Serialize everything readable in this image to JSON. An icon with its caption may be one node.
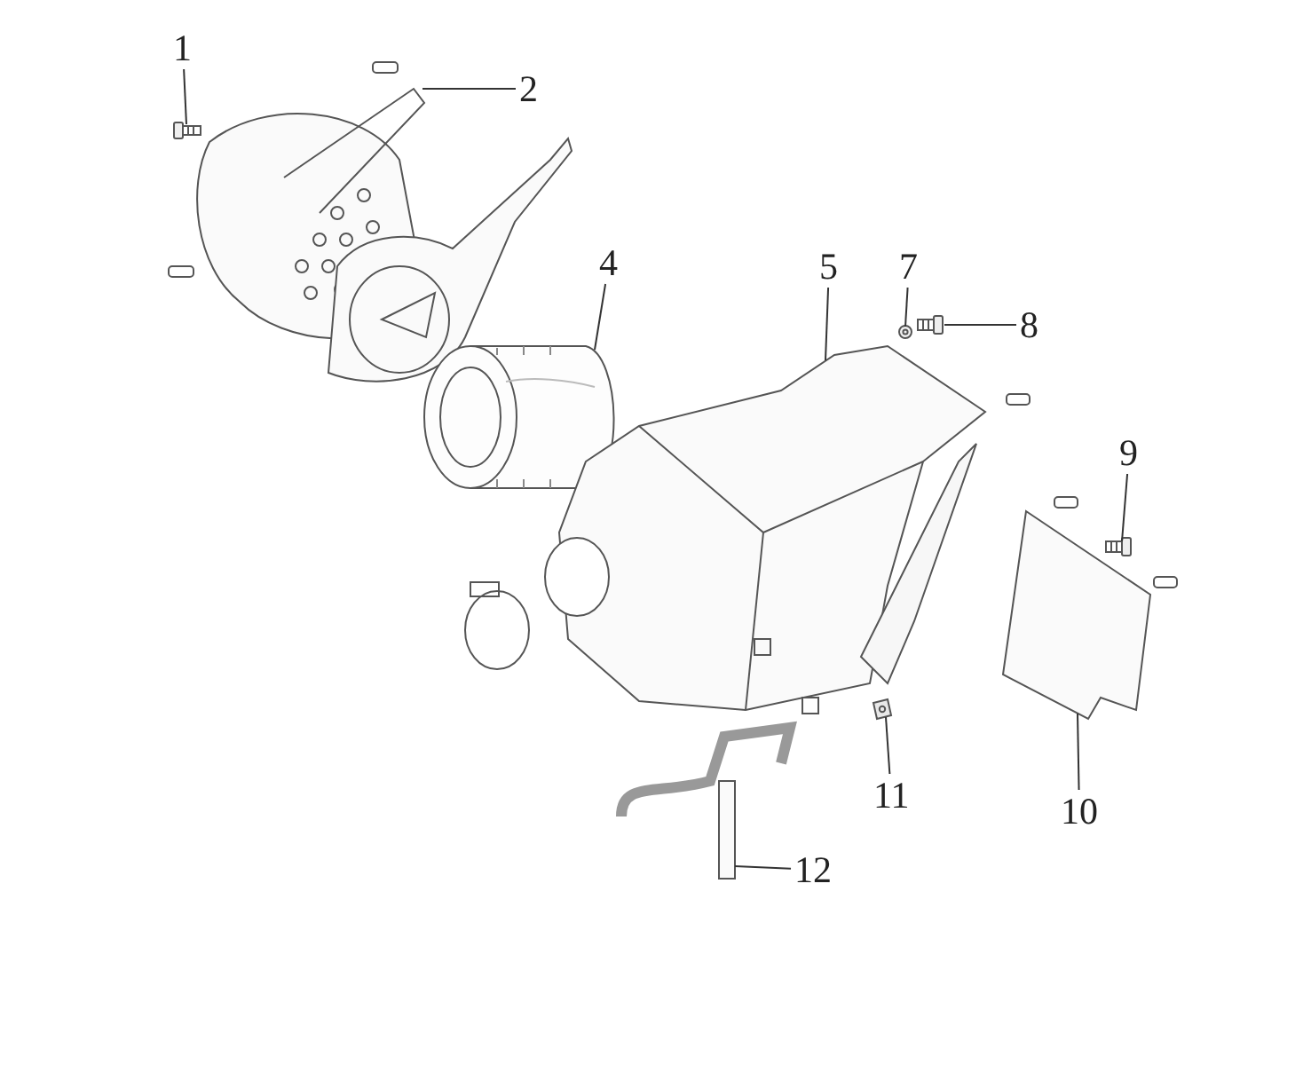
{
  "diagram": {
    "nodes": [
      {
        "text": [
          "1"
        ]
      },
      {
        "text": [
          "2"
        ]
      },
      {
        "text": [
          "4"
        ]
      },
      {
        "text": [
          "5"
        ]
      },
      {
        "text": [
          "7"
        ]
      },
      {
        "text": [
          "8"
        ]
      },
      {
        "text": [
          "9"
        ]
      },
      {
        "text": [
          "10"
        ]
      },
      {
        "text": [
          "11"
        ]
      },
      {
        "text": [
          "12"
        ]
      },
      {
        "text": [],
        "shape": "picture"
      },
      {
        "text": [],
        "shape": "picture"
      },
      {
        "text": [],
        "shape": "picture"
      },
      {
        "text": [],
        "shape": "picture"
      },
      {
        "text": [],
        "shape": "picture"
      },
      {
        "text": [],
        "shape": "picture"
      },
      {
        "text": [],
        "shape": "picture"
      },
      {
        "text": [],
        "shape": "picture"
      },
      {
        "text": [],
        "shape": "picture"
      },
      {
        "text": [],
        "shape": "picture"
      }
    ],
    "edges": [
      {
        "from": 0,
        "to": 10,
        "arrow": "none"
      },
      {
        "from": 1,
        "to": 11,
        "arrow": "none"
      },
      {
        "from": 2,
        "to": 12,
        "arrow": "none"
      },
      {
        "from": 3,
        "to": 13,
        "arrow": "none"
      },
      {
        "from": 4,
        "to": 14,
        "arrow": "none"
      },
      {
        "from": 5,
        "to": 15,
        "arrow": "none"
      },
      {
        "from": 6,
        "to": 16,
        "arrow": "none"
      },
      {
        "from": 7,
        "to": 17,
        "arrow": "none"
      },
      {
        "from": 8,
        "to": 18,
        "arrow": "none"
      },
      {
        "from": 9,
        "to": 19,
        "arrow": "none"
      }
    ]
  }
}
